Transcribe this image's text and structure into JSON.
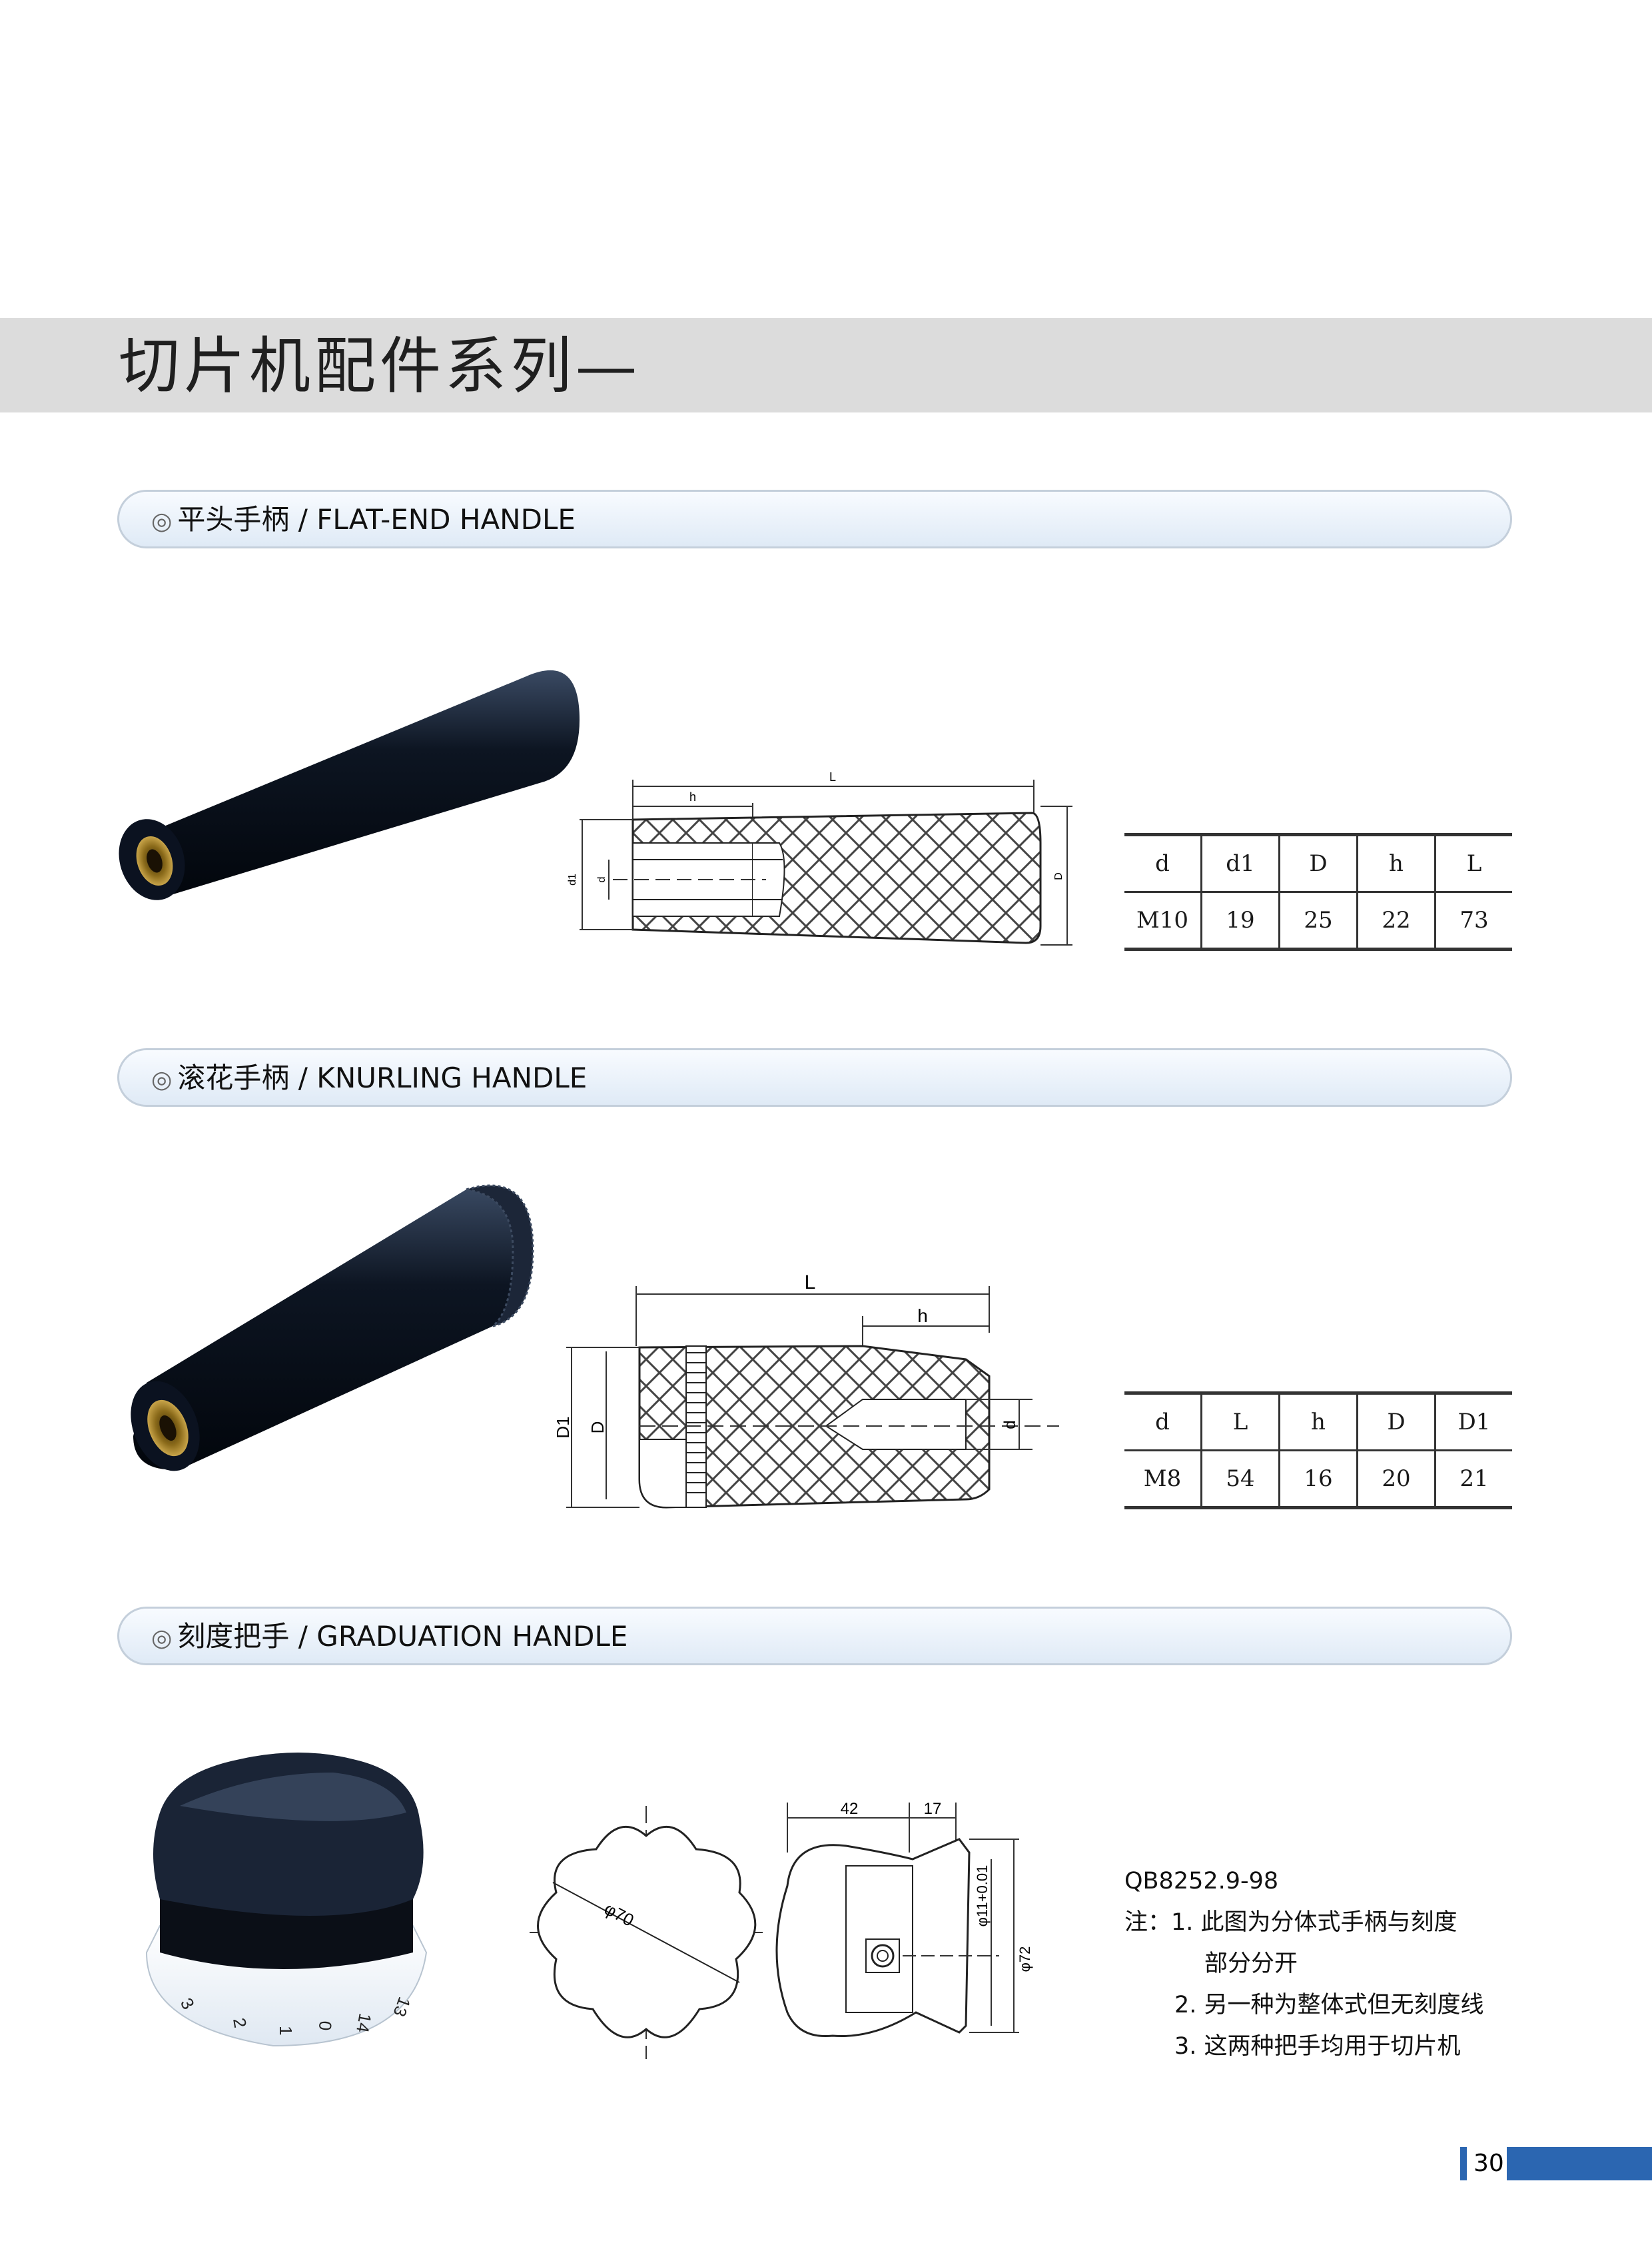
{
  "header": {
    "title": "切片机配件系列—"
  },
  "sections": [
    {
      "mark": "◎",
      "title": "平头手柄 / FLAT-END HANDLE"
    },
    {
      "mark": "◎",
      "title": "滚花手柄 / KNURLING HANDLE"
    },
    {
      "mark": "◎",
      "title": "刻度把手 / GRADUATION HANDLE"
    }
  ],
  "flat_end": {
    "table": {
      "headers": [
        "d",
        "d1",
        "D",
        "h",
        "L"
      ],
      "row": [
        "M10",
        "19",
        "25",
        "22",
        "73"
      ]
    },
    "dims": {
      "L": "L",
      "h": "h",
      "d1": "d1",
      "d": "d",
      "D": "D"
    }
  },
  "knurling": {
    "table": {
      "headers": [
        "d",
        "L",
        "h",
        "D",
        "D1"
      ],
      "row": [
        "M8",
        "54",
        "16",
        "20",
        "21"
      ]
    },
    "dims": {
      "L": "L",
      "h": "h",
      "D1": "D1",
      "D": "D",
      "d": "d"
    }
  },
  "graduation": {
    "dims": {
      "dia70": "φ70",
      "w42": "42",
      "w17": "17",
      "dia11": "φ11+0.01",
      "dia72": "φ72"
    },
    "dial_numbers": [
      "3",
      "2",
      "1",
      "0",
      "14",
      "13"
    ],
    "notes": {
      "standard": "QB8252.9-98",
      "line1": "注：1. 此图为分体式手柄与刻度",
      "line2": "部分分开",
      "line3": "2. 另一种为整体式但无刻度线",
      "line4": "3. 这两种把手均用于切片机"
    }
  },
  "footer": {
    "page_number": "30"
  },
  "colors": {
    "accent": "#2b66b1",
    "band": "#dcdcdc",
    "bar_border": "#c4cfdb"
  }
}
